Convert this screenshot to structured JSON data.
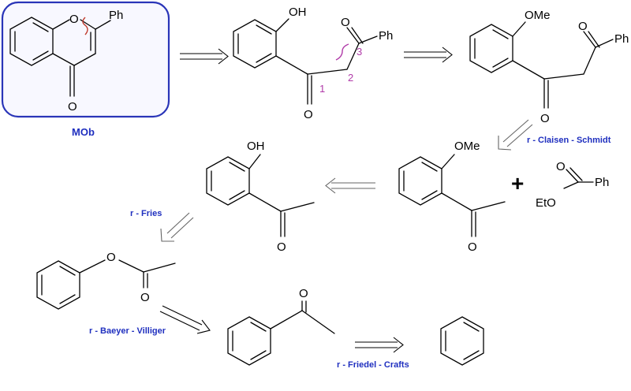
{
  "atoms": {
    "ph": "Ph",
    "o": "O",
    "oh": "OH",
    "ome": "OMe",
    "eto": "EtO"
  },
  "labels": {
    "target": "MOb",
    "claisen": "r - Claisen - Schmidt",
    "fries": "r - Fries",
    "baeyer": "r - Baeyer - Villiger",
    "friedel": "r - Friedel - Crafts",
    "plus": "+"
  },
  "bond_numbers": [
    "1",
    "2",
    "3"
  ],
  "colors": {
    "label_text": "#1f2fbf",
    "box_border": "#2a35b8",
    "box_fill": "#f8f8ff",
    "bond_numbers": "#b03aa8",
    "cut_mark": "#c0392b"
  }
}
